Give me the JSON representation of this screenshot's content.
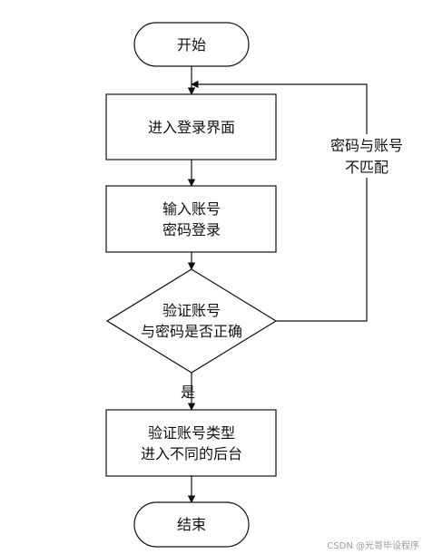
{
  "flowchart": {
    "start_label": "开始",
    "step1_label": "进入登录界面",
    "step2_lines": [
      "输入账号",
      "密码登录"
    ],
    "decision_lines": [
      "验证账号",
      "与密码是否正确"
    ],
    "loop_lines": [
      "密码与账号",
      "不匹配"
    ],
    "yes_label": "是",
    "step3_lines": [
      "验证账号类型",
      "进入不同的后台"
    ],
    "end_label": "结束"
  },
  "watermark": "CSDN @光哥毕设程序"
}
